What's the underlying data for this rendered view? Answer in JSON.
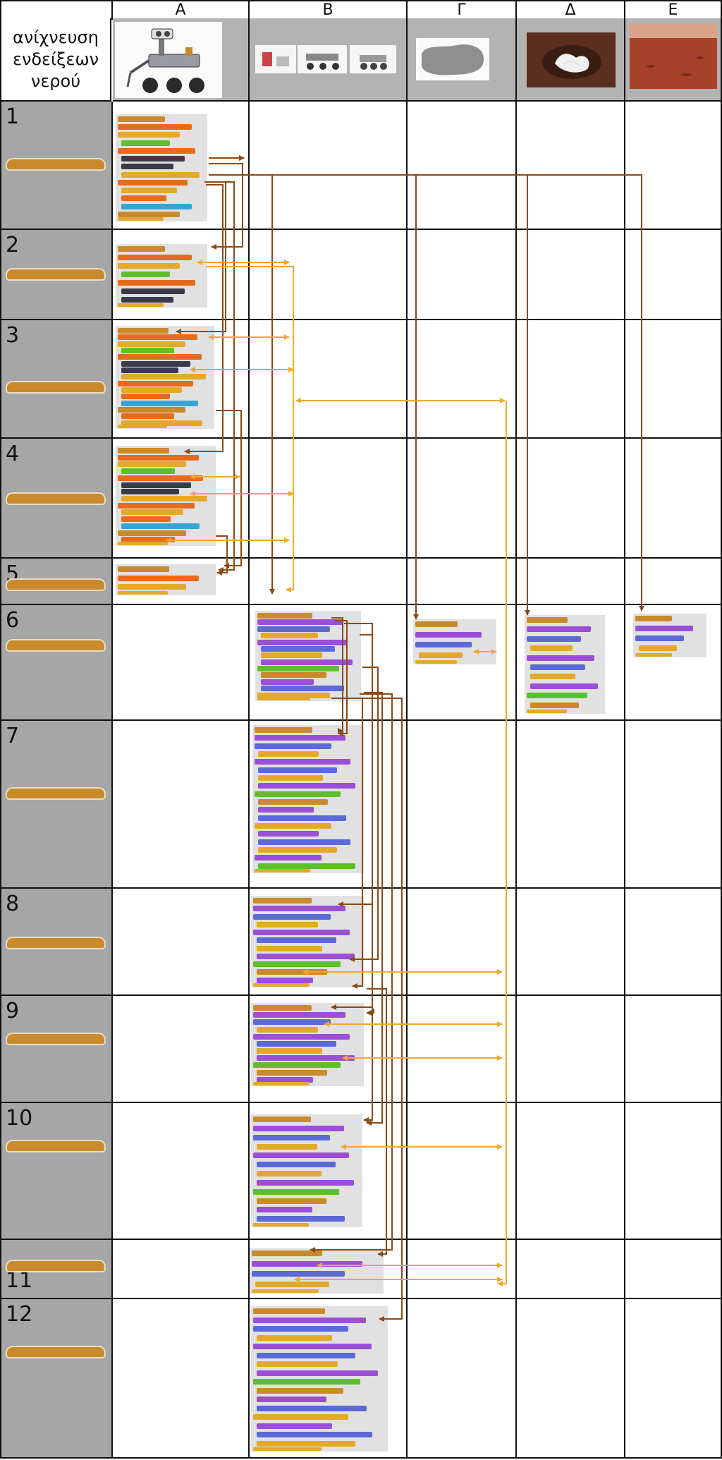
{
  "columns": [
    "Α",
    "Β",
    "Γ",
    "Δ",
    "Ε"
  ],
  "corner_title": "ανίχνευση ενδείξεων νερού",
  "header_images": [
    {
      "column": "Α",
      "icon": "mars-rover-robot-icon"
    },
    {
      "column": "Β",
      "icon": "rover-photo-strip-icon"
    },
    {
      "column": "Γ",
      "icon": "grey-silhouette-shape-icon"
    },
    {
      "column": "Δ",
      "icon": "crater-with-ice-icon"
    },
    {
      "column": "Ε",
      "icon": "mars-surface-landscape-icon"
    }
  ],
  "rows": [
    {
      "number": "1",
      "script_columns": [
        "Α"
      ]
    },
    {
      "number": "2",
      "script_columns": [
        "Α"
      ]
    },
    {
      "number": "3",
      "script_columns": [
        "Α"
      ]
    },
    {
      "number": "4",
      "script_columns": [
        "Α"
      ]
    },
    {
      "number": "5",
      "script_columns": [
        "Α"
      ]
    },
    {
      "number": "6",
      "script_columns": [
        "Β",
        "Γ",
        "Δ",
        "Ε"
      ]
    },
    {
      "number": "7",
      "script_columns": [
        "Β"
      ]
    },
    {
      "number": "8",
      "script_columns": [
        "Β"
      ]
    },
    {
      "number": "9",
      "script_columns": [
        "Β"
      ]
    },
    {
      "number": "10",
      "script_columns": [
        "Β"
      ]
    },
    {
      "number": "11",
      "script_columns": [
        "Β"
      ]
    },
    {
      "number": "12",
      "script_columns": [
        "Β"
      ]
    }
  ],
  "colors": {
    "broadcast_arrow": "#8b4a13",
    "message_arrow": "#f0a830",
    "label_column": "#a6a6a6",
    "header_row": "#b3b3b3",
    "event_block": "#c98a2c",
    "control_block": "#e3a92b",
    "motion_block": "#5b6ad6",
    "looks_block": "#9a4fd6",
    "operator_block": "#5fbf2a",
    "data_block": "#e86a1c",
    "sensing_block": "#36a5d6",
    "pen_block": "#3a3a4a"
  }
}
